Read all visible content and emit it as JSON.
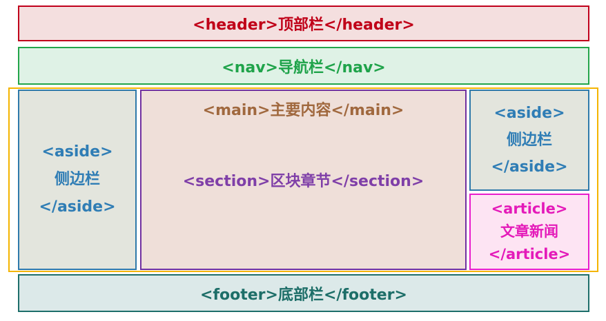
{
  "header": {
    "label": "<header>顶部栏</header>"
  },
  "nav": {
    "label": "<nav>导航栏</nav>"
  },
  "aside_left": {
    "open": "<aside>",
    "name": "侧边栏",
    "close": "</aside>"
  },
  "main": {
    "label": "<main>主要内容</main>",
    "section_label": "<section>区块章节</section>"
  },
  "aside_right": {
    "open": "<aside>",
    "name": "侧边栏",
    "close": "</aside>"
  },
  "article": {
    "open": "<article>",
    "name": "文章新闻",
    "close": "</article>"
  },
  "footer": {
    "label": "<footer>底部栏</footer>"
  },
  "colors": {
    "header": "#c0001b",
    "nav": "#22a54a",
    "aside": "#2e79aa",
    "main": "#7030a0",
    "article": "#e81ccb",
    "footer": "#1d6e6a",
    "wrapper": "#f4b400"
  }
}
